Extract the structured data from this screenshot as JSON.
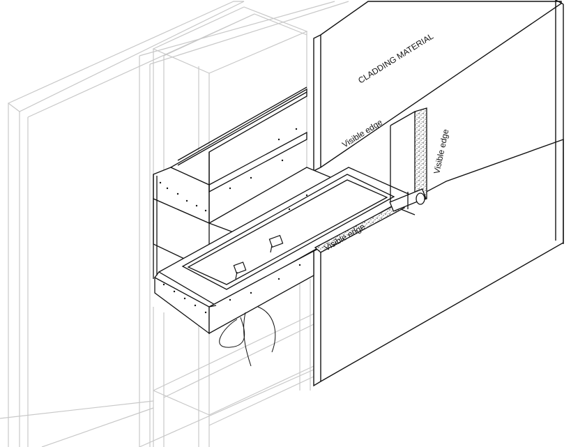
{
  "diagram": {
    "labels": {
      "cladding": "CLADDING MATERIAL",
      "edge_top": "Visible edge",
      "edge_right": "Visible edge",
      "edge_bottom": "Visible edge"
    },
    "colors": {
      "line": "#111111",
      "framing": "#c8c8c8",
      "background": "#ffffff"
    }
  }
}
